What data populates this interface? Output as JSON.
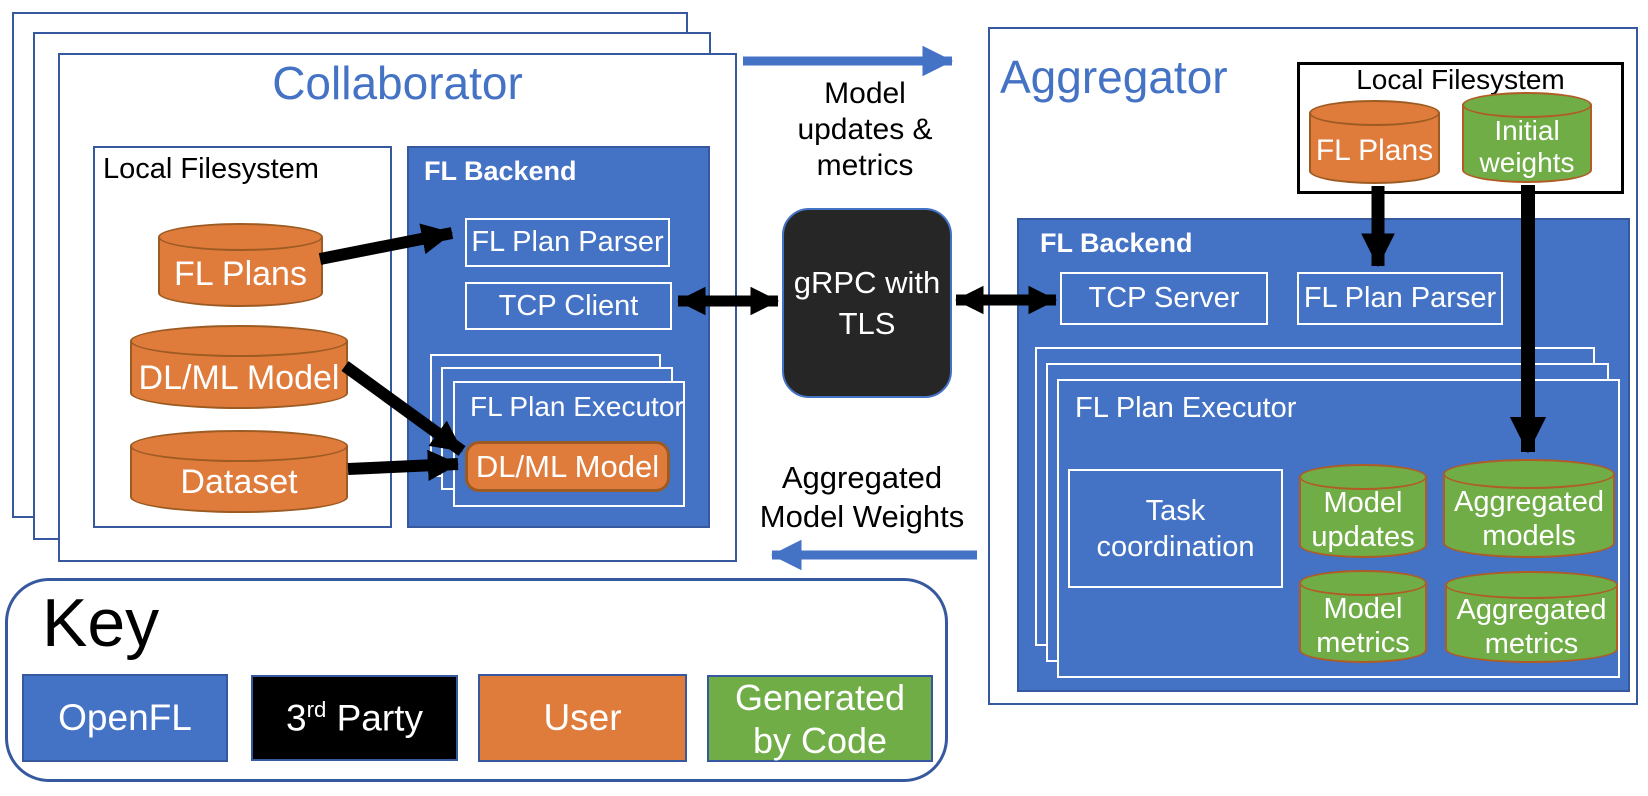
{
  "collaborator": {
    "title": "Collaborator",
    "local_filesystem": {
      "title": "Local Filesystem",
      "fl_plans": "FL Plans",
      "dl_ml_model": "DL/ML Model",
      "dataset": "Dataset"
    },
    "fl_backend": {
      "title": "FL Backend",
      "fl_plan_parser": "FL Plan Parser",
      "tcp_client": "TCP Client",
      "executor": {
        "title": "FL Plan Executor",
        "dl_ml_model": "DL/ML Model"
      }
    }
  },
  "middle": {
    "top_label_lines": [
      "Model",
      "updates &",
      "metrics"
    ],
    "grpc_lines": [
      "gRPC with",
      "TLS"
    ],
    "bottom_label_lines": [
      "Aggregated",
      "Model Weights"
    ]
  },
  "aggregator": {
    "title": "Aggregator",
    "local_filesystem": {
      "title": "Local Filesystem",
      "fl_plans": "FL Plans",
      "initial_weights_lines": [
        "Initial",
        "weights"
      ]
    },
    "fl_backend": {
      "title": "FL Backend",
      "tcp_server": "TCP Server",
      "fl_plan_parser": "FL Plan Parser",
      "executor": {
        "title": "FL Plan Executor",
        "task_coordination_lines": [
          "Task",
          "coordination"
        ],
        "model_updates_lines": [
          "Model",
          "updates"
        ],
        "aggregated_models_lines": [
          "Aggregated",
          "models"
        ],
        "model_metrics_lines": [
          "Model",
          "metrics"
        ],
        "aggregated_metrics_lines": [
          "Aggregated",
          "metrics"
        ]
      }
    }
  },
  "key": {
    "title": "Key",
    "openfl": "OpenFL",
    "third_party": {
      "base": "3",
      "sup": "rd",
      "rest": "Party"
    },
    "user": "User",
    "generated_lines": [
      "Generated",
      "by Code"
    ]
  },
  "legend_colors": {
    "openfl": "#4472C4",
    "third_party": "#000000",
    "user": "#DF7B3B",
    "generated_by_code": "#70AD47",
    "grpc_dark": "#262626",
    "frame_border": "#35589E"
  }
}
